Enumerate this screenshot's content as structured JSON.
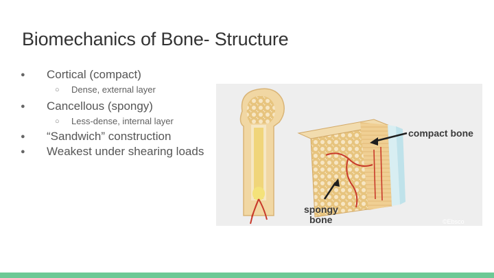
{
  "title": "Biomechanics of Bone- Structure",
  "bullets": [
    {
      "text": "Cortical (compact)",
      "sub": "Dense, external layer"
    },
    {
      "text": "Cancellous (spongy)",
      "sub": "Less-dense, internal layer"
    },
    {
      "text": "“Sandwich” construction"
    },
    {
      "text": "Weakest under shearing loads"
    }
  ],
  "figure": {
    "label_compact": "compact bone",
    "label_spongy_1": "spongy",
    "label_spongy_2": "bone",
    "watermark": "©Ebsco"
  },
  "colors": {
    "footer": "#6cc995",
    "bone": "#f2d9a6",
    "marrow": "#e9c26a",
    "vessel": "#c8392a"
  }
}
